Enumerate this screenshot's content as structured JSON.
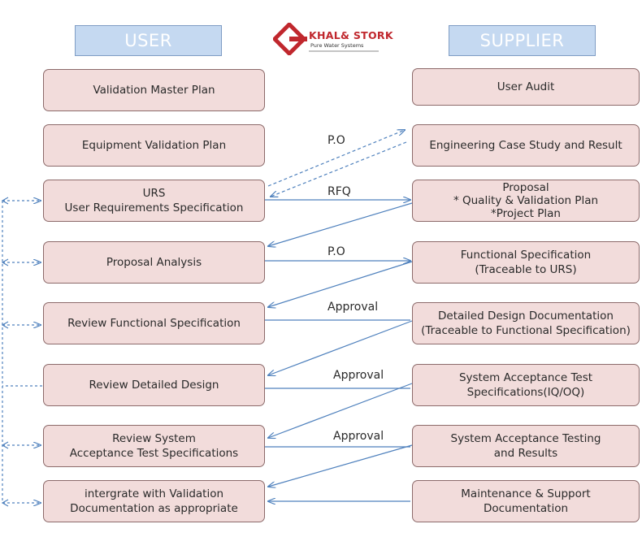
{
  "headers": {
    "user": "USER",
    "supplier": "SUPPLIER"
  },
  "logo": {
    "name": "KHAL& STORK",
    "tagline": "Pure Water Systems"
  },
  "colors": {
    "header_fill": "#c5d9f1",
    "box_fill": "#f2dcdb",
    "arrow": "#4f81bd",
    "logo_red": "#c0272d"
  },
  "user_steps": [
    {
      "lines": [
        "Validation Master Plan"
      ]
    },
    {
      "lines": [
        "Equipment Validation Plan"
      ]
    },
    {
      "lines": [
        "URS",
        "User Requirements Specification"
      ]
    },
    {
      "lines": [
        "Proposal Analysis"
      ]
    },
    {
      "lines": [
        "Review Functional Specification"
      ]
    },
    {
      "lines": [
        "Review Detailed Design"
      ]
    },
    {
      "lines": [
        "Review System",
        "Acceptance Test Specifications"
      ]
    },
    {
      "lines": [
        "intergrate with Validation",
        "Documentation as appropriate"
      ]
    }
  ],
  "supplier_steps": [
    {
      "lines": [
        "User Audit"
      ]
    },
    {
      "lines": [
        "Engineering Case Study and Result"
      ]
    },
    {
      "lines": [
        "Proposal",
        "* Quality &  Validation Plan",
        "*Project Plan"
      ]
    },
    {
      "lines": [
        "Functional Specification",
        "(Traceable to URS)"
      ]
    },
    {
      "lines": [
        "Detailed Design Documentation",
        "(Traceable to Functional Specification)"
      ]
    },
    {
      "lines": [
        "System Acceptance Test",
        "Specifications(IQ/OQ)"
      ]
    },
    {
      "lines": [
        "System Acceptance Testing",
        "and Results"
      ]
    },
    {
      "lines": [
        "Maintenance & Support",
        "Documentation"
      ]
    }
  ],
  "connector_labels": [
    "P.O",
    "RFQ",
    "P.O",
    "Approval",
    "Approval",
    "Approval"
  ]
}
